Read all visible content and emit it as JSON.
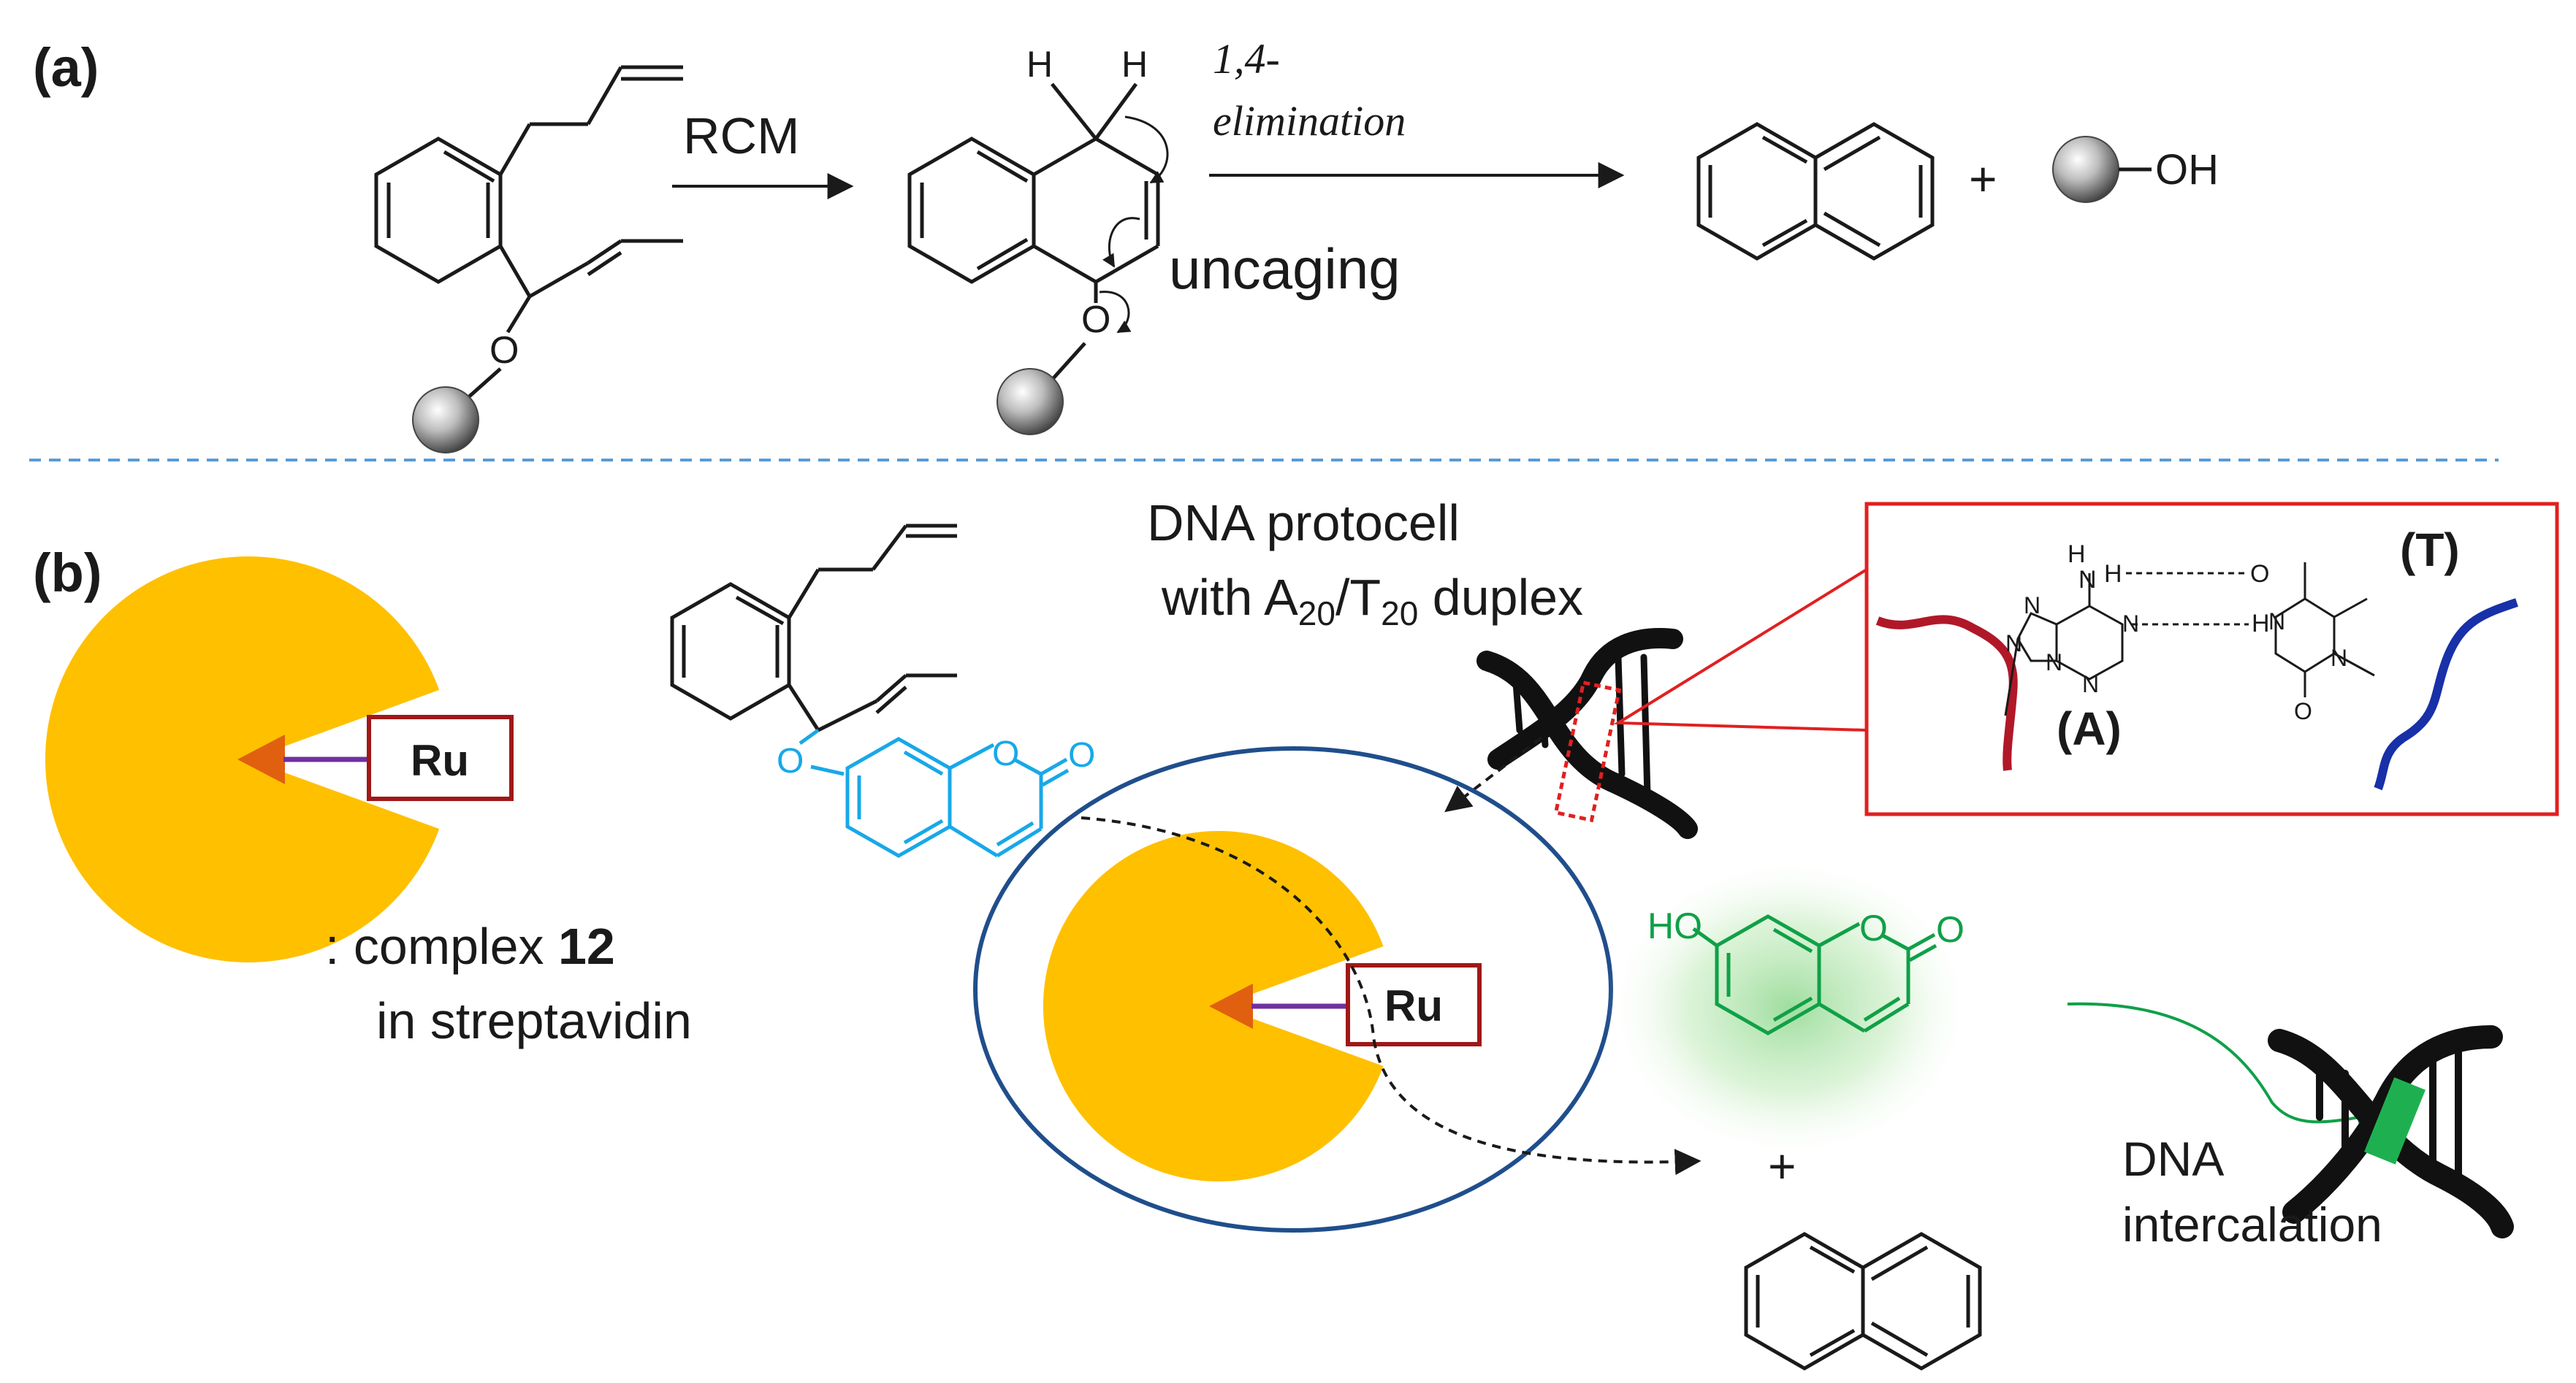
{
  "panel_a": {
    "label": "(a)",
    "rcm_label": "RCM",
    "hydrogen_left": "H",
    "hydrogen_right": "H",
    "elimination_line1": "1,4-",
    "elimination_line2": "elimination",
    "uncaging_label": "uncaging",
    "oxygen_1": "O",
    "oxygen_2": "O",
    "plus": "+",
    "oh_label": "OH"
  },
  "panel_b": {
    "label": "(b)",
    "ru_label": "Ru",
    "ru_label_inside": "Ru",
    "complex_line1_prefix": ": complex ",
    "complex_number": "12",
    "complex_line2": "in streptavidin",
    "protocell_line1": "DNA protocell",
    "protocell_line2_prefix": "with A",
    "protocell_sub1": "20",
    "protocell_mid": "/T",
    "protocell_sub2": "20",
    "protocell_suffix": " duplex",
    "substrate_o1": "O",
    "substrate_o2": "O",
    "substrate_o3": "O",
    "product_ho": "HO",
    "product_o1": "O",
    "product_o2": "O",
    "plus": "+",
    "intercalation_line1": "DNA",
    "intercalation_line2": "intercalation",
    "inset": {
      "label_T": "(T)",
      "label_A": "(A)",
      "atoms": {
        "h_nh2": "H",
        "n_nh2": "N",
        "h_top": "H",
        "o_top": "O",
        "n_a1": "N",
        "n_a2": "N",
        "n_a3": "N",
        "n_a4": "N",
        "n_a5": "N",
        "h_bottom": "H",
        "n_t1": "N",
        "n_t2": "N",
        "o_t2": "O"
      }
    }
  },
  "colors": {
    "black": "#1a1a1a",
    "pacman": "#FFC000",
    "wedge": "#E06010",
    "ru_box": "#A01818",
    "linker": "#7030A0",
    "coumarin_blue": "#18A8E8",
    "coumarin_green": "#10A048",
    "circle": "#1F4E8C",
    "inset_border": "#E02020",
    "separator": "#5B9BD5",
    "strand_red": "#B01828",
    "strand_blue": "#1830A8",
    "intercalator": "#1EB050"
  }
}
